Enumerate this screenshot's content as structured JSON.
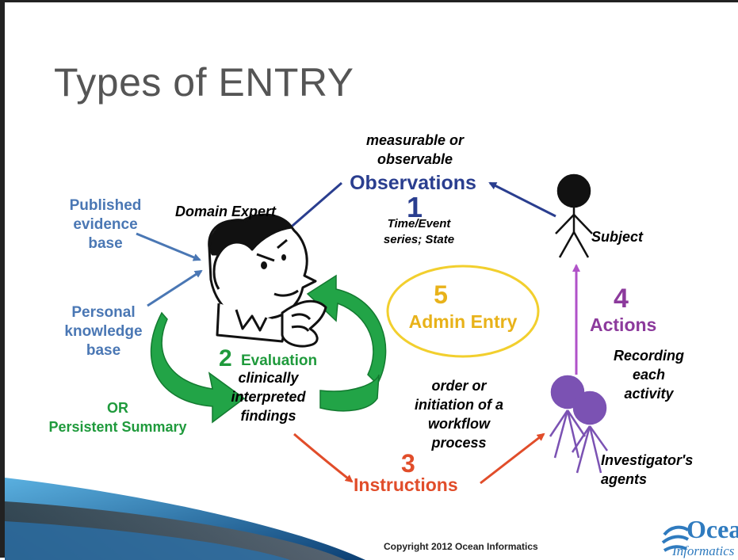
{
  "title": "Types of ENTRY",
  "observations": {
    "qualifier": "measurable or\nobservable",
    "label": "Observations",
    "number": "1",
    "detail": "Time/Event\nseries; State"
  },
  "domain_expert": "Domain Expert",
  "subject": "Subject",
  "published": "Published\nevidence\nbase",
  "personal": "Personal\nknowledge\nbase",
  "evaluation": {
    "number": "2",
    "label": "Evaluation",
    "detail": "clinically\ninterpreted\nfindings"
  },
  "or_summary": "OR\nPersistent Summary",
  "admin": {
    "number": "5",
    "label": "Admin Entry"
  },
  "actions": {
    "number": "4",
    "label": "Actions",
    "detail": "Recording\neach\nactivity"
  },
  "order": "order  or\ninitiation of a\nworkflow\nprocess",
  "instructions": {
    "number": "3",
    "label": "Instructions"
  },
  "agents": "Investigator's\nagents",
  "copyright": "Copyright 2012 Ocean Informatics",
  "logo": {
    "main": "Ocean",
    "sub": "Informatics"
  },
  "colors": {
    "observations": "#2a3e8f",
    "evaluation": "#1f9a3c",
    "instructions": "#e14d2a",
    "actions": "#8c3a9c",
    "admin": "#e8b21a"
  }
}
